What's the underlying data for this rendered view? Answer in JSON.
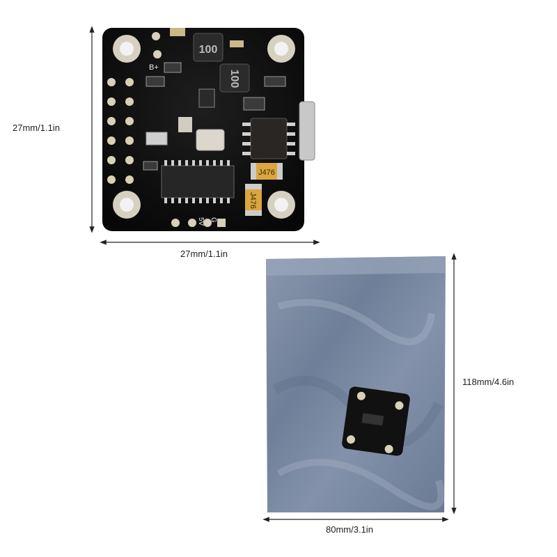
{
  "dimensions": {
    "board_height": "27mm/1.1in",
    "board_width": "27mm/1.1in",
    "bag_height": "118mm/4.6in",
    "bag_width": "80mm/3.1in"
  },
  "board_markings": {
    "inductor_1": "100",
    "inductor_2": "100",
    "cap_1": "J476",
    "cap_2": "J476",
    "pin_b": "B+",
    "pin_v": "5V",
    "pin_g": "G"
  },
  "colors": {
    "pcb": "#111111",
    "pad": "#d8d0b8",
    "bag": "#7f8ea6",
    "line": "#222222"
  }
}
